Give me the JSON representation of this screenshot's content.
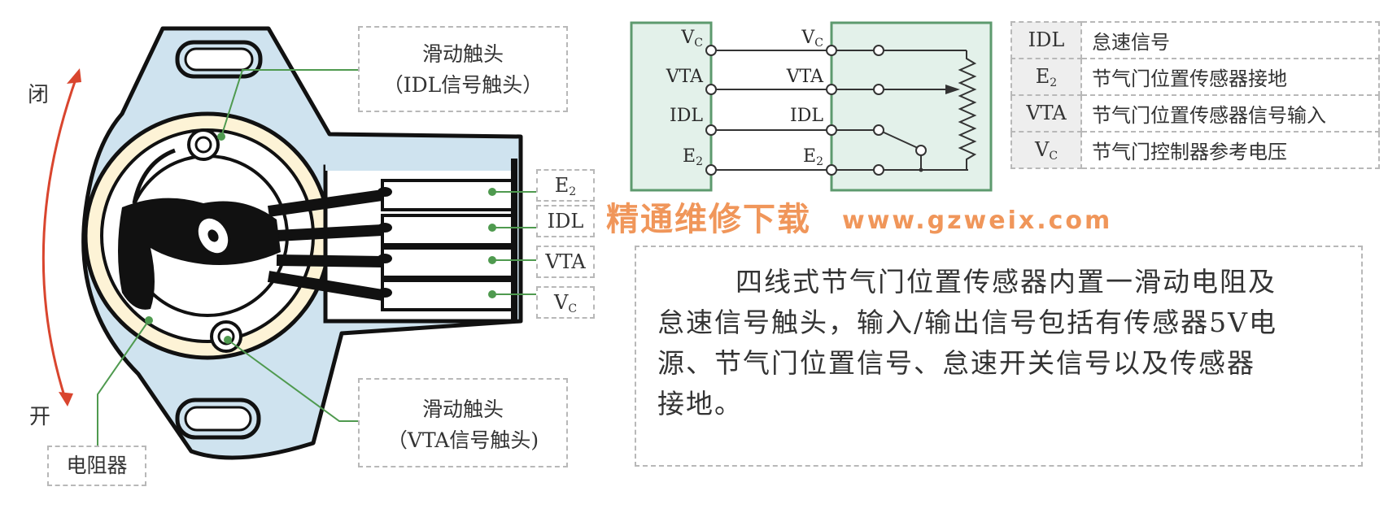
{
  "direction_arrow": {
    "close_label": "闭",
    "open_label": "开",
    "color": "#d9452e"
  },
  "callouts": {
    "idl_contact": {
      "line1": "滑动触头",
      "line2": "（IDL信号触头）"
    },
    "vta_contact": {
      "line1": "滑动触头",
      "line2": "（VTA信号触头)"
    },
    "resistor": "电阻器"
  },
  "connector_pins": [
    {
      "name": "E",
      "sub": "2"
    },
    {
      "name": "IDL",
      "sub": ""
    },
    {
      "name": "VTA",
      "sub": ""
    },
    {
      "name": "V",
      "sub": "C"
    }
  ],
  "circuit": {
    "box_fill": "#e3f1ea",
    "box_stroke": "#5d9a6e",
    "left_terminals": [
      {
        "name": "V",
        "sub": "C"
      },
      {
        "name": "VTA",
        "sub": ""
      },
      {
        "name": "IDL",
        "sub": ""
      },
      {
        "name": "E",
        "sub": "2"
      }
    ],
    "right_terminals": [
      {
        "name": "V",
        "sub": "C"
      },
      {
        "name": "VTA",
        "sub": ""
      },
      {
        "name": "IDL",
        "sub": ""
      },
      {
        "name": "E",
        "sub": "2"
      }
    ]
  },
  "legend_table": {
    "rows": [
      {
        "code": "IDL",
        "code_sub": "",
        "desc": "怠速信号"
      },
      {
        "code": "E",
        "code_sub": "2",
        "desc": "节气门位置传感器接地"
      },
      {
        "code": "VTA",
        "code_sub": "",
        "desc": "节气门位置传感器信号输入"
      },
      {
        "code": "V",
        "code_sub": "C",
        "desc": "节气门控制器参考电压"
      }
    ]
  },
  "note": {
    "lines": [
      "四线式节气门位置传感器内置一滑动电阻及",
      "怠速信号触头，输入/输出信号包括有传感器5V电",
      "源、节气门位置信号、怠速开关信号以及传感器",
      "接地。"
    ]
  },
  "watermark": {
    "title": "精通维修下载",
    "url": "www.gzweix.com"
  },
  "colors": {
    "sensor_body": "#cfe3ef",
    "inner_ring": "#fdf3d6",
    "leader_line": "#4f9a4f",
    "ink": "#111111"
  }
}
